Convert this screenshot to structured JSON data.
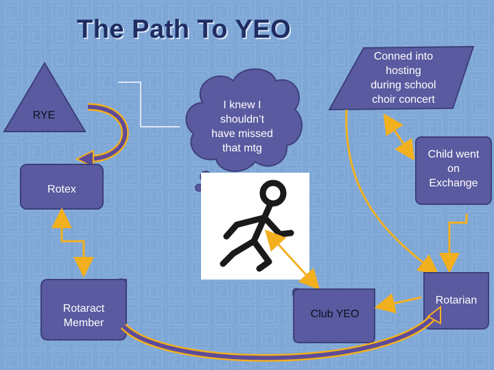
{
  "title": "The Path To YEO",
  "nodes": {
    "rye": "RYE",
    "rotex": "Rotex",
    "rotaract": "Rotaract\nMember",
    "thought": "I knew I\nshouldn’t\nhave missed\nthat mtg",
    "conned": "Conned into\nhosting\nduring school\nchoir concert",
    "child": "Child went\non\nExchange",
    "club_yeo": "Club YEO",
    "rotarian": "Rotarian"
  },
  "colors": {
    "background": "#7fa7d6",
    "shape_fill": "#5a5aa0",
    "shape_stroke": "#3d3f7a",
    "arrow_yellow": "#f2b01e",
    "arrow_purple": "#5d4b9a",
    "title": "#1f2d63"
  },
  "icons": [
    "stick-figure-icon",
    "thought-cloud-icon"
  ]
}
